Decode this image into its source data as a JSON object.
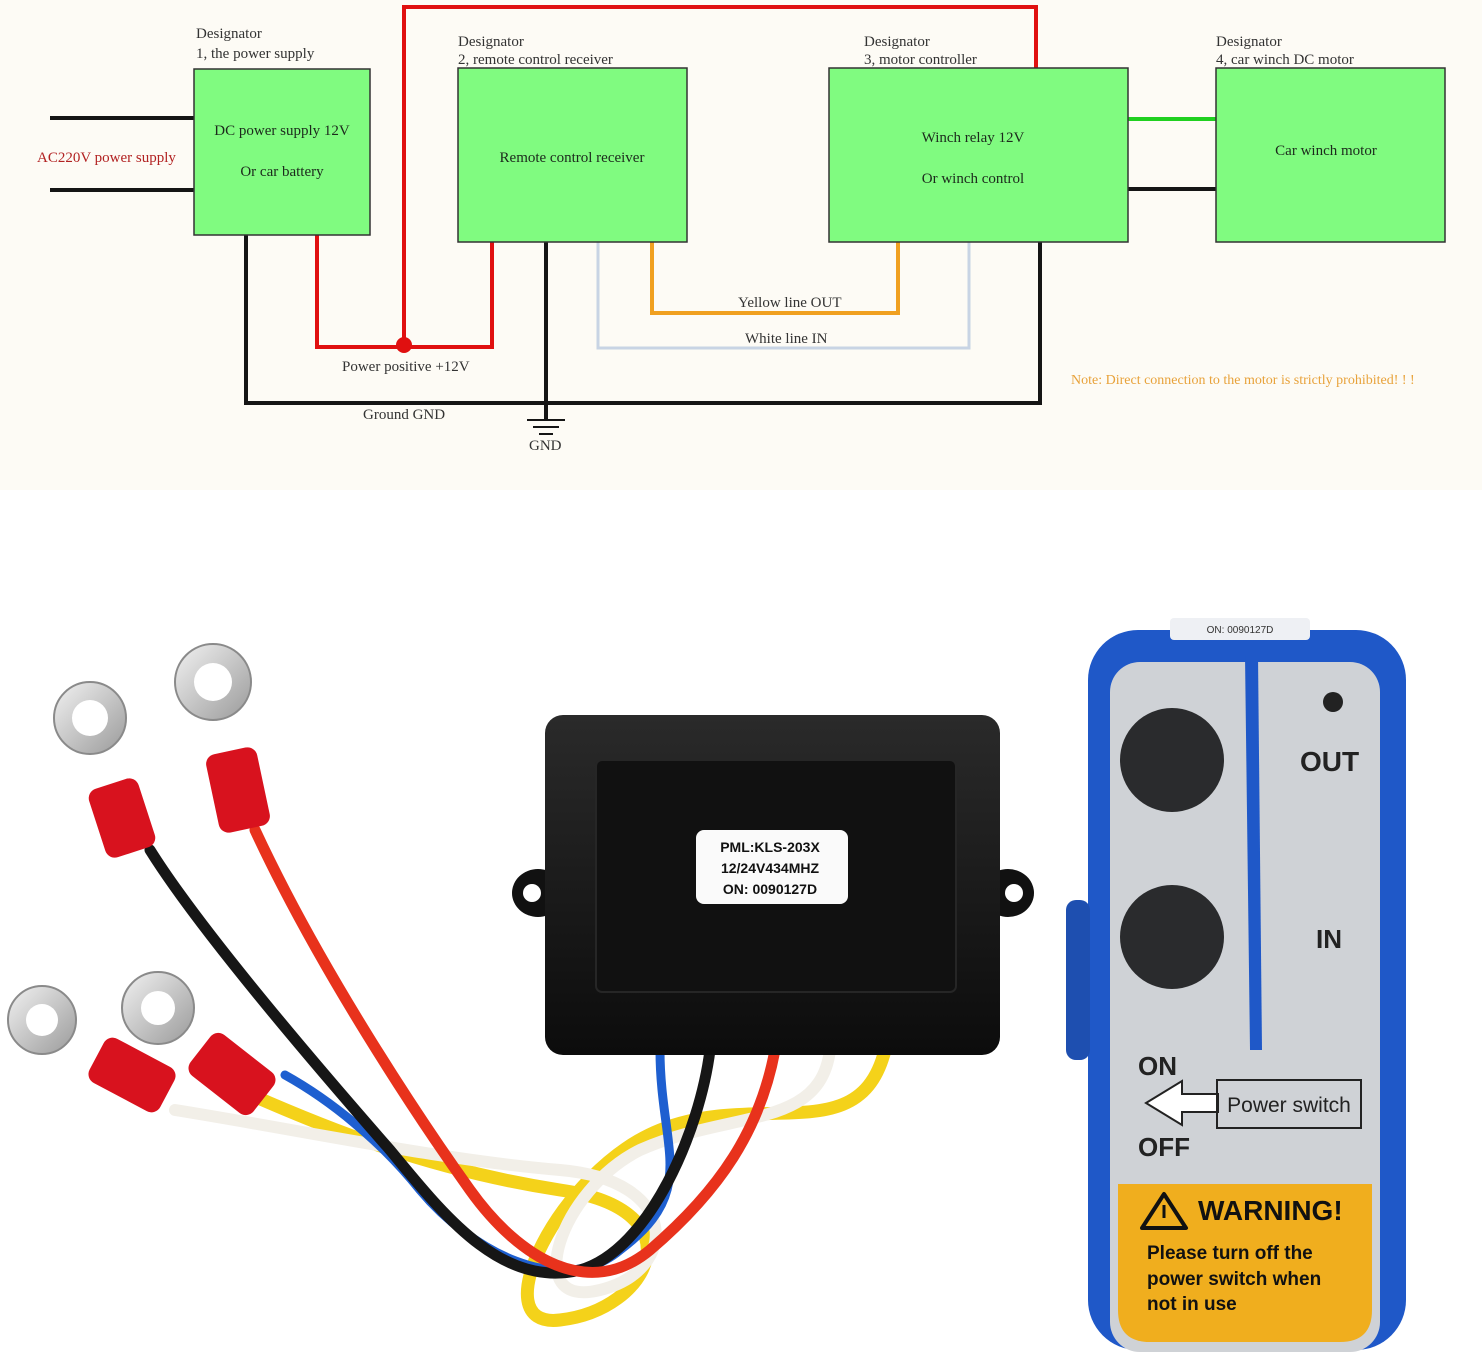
{
  "diagram": {
    "blocks": [
      {
        "designator": "Designator",
        "subtitle": "1, the power supply",
        "line1": "DC power supply 12V",
        "line2": "Or car battery"
      },
      {
        "designator": "Designator",
        "subtitle": "2, remote control receiver",
        "line1": "Remote control receiver",
        "line2": ""
      },
      {
        "designator": "Designator",
        "subtitle": "3, motor controller",
        "line1": "Winch relay 12V",
        "line2": "Or winch control"
      },
      {
        "designator": "Designator",
        "subtitle": "4, car winch DC motor",
        "line1": "Car winch motor",
        "line2": ""
      }
    ],
    "ac_supply_label": "AC220V power supply",
    "yellow_line_label": "Yellow line   OUT",
    "white_line_label": "White line   IN",
    "power_positive_label": "Power positive +12V",
    "ground_label": "Ground   GND",
    "gnd_symbol_label": "GND",
    "note": "Note: Direct connection to the motor is strictly prohibited!   !   !",
    "colors": {
      "block_fill": "#80fb80",
      "red_wire": "#e01010",
      "yellow_wire": "#f0a020",
      "white_wire": "#c8d4e4",
      "green_wire": "#20d020",
      "black_wire": "#151515"
    }
  },
  "receiver": {
    "label_line1": "PML:KLS-203X",
    "label_line2": "12/24V434MHZ",
    "label_line3": "ON: 0090127D"
  },
  "remote": {
    "top_serial": "ON: 0090127D",
    "out_label": "OUT",
    "in_label": "IN",
    "on_label": "ON",
    "off_label": "OFF",
    "power_switch_label": "Power switch",
    "warning_title": "WARNING!",
    "warning_line1": "Please turn off the",
    "warning_line2": "power switch when",
    "warning_line3": "not  in use",
    "colors": {
      "shell": "#1f58c8",
      "face": "#cfd2d6",
      "warning_bg": "#f0ae1e"
    }
  }
}
